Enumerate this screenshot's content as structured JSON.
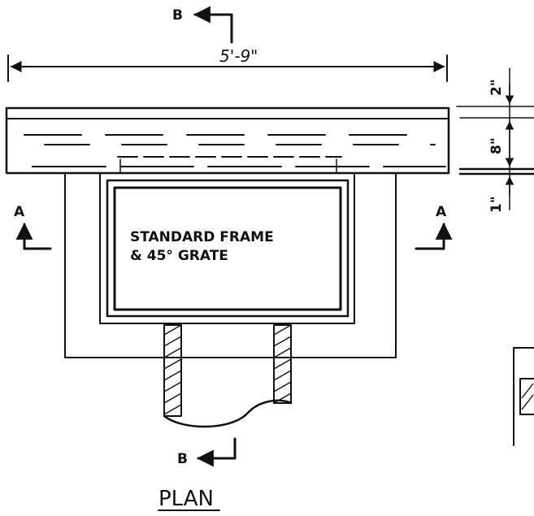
{
  "drawing": {
    "title": "PLAN",
    "overall_width": "5'-9\"",
    "frame_note_line1": "STANDARD FRAME",
    "frame_note_line2": "& 45° GRATE",
    "section_a_left": "A",
    "section_a_right": "A",
    "section_b_top": "B",
    "section_b_bottom": "B",
    "dim_top": "2\"",
    "dim_middle": "8\"",
    "dim_bottom": "1\""
  },
  "colors": {
    "ink": "#111111",
    "paper": "#ffffff"
  }
}
